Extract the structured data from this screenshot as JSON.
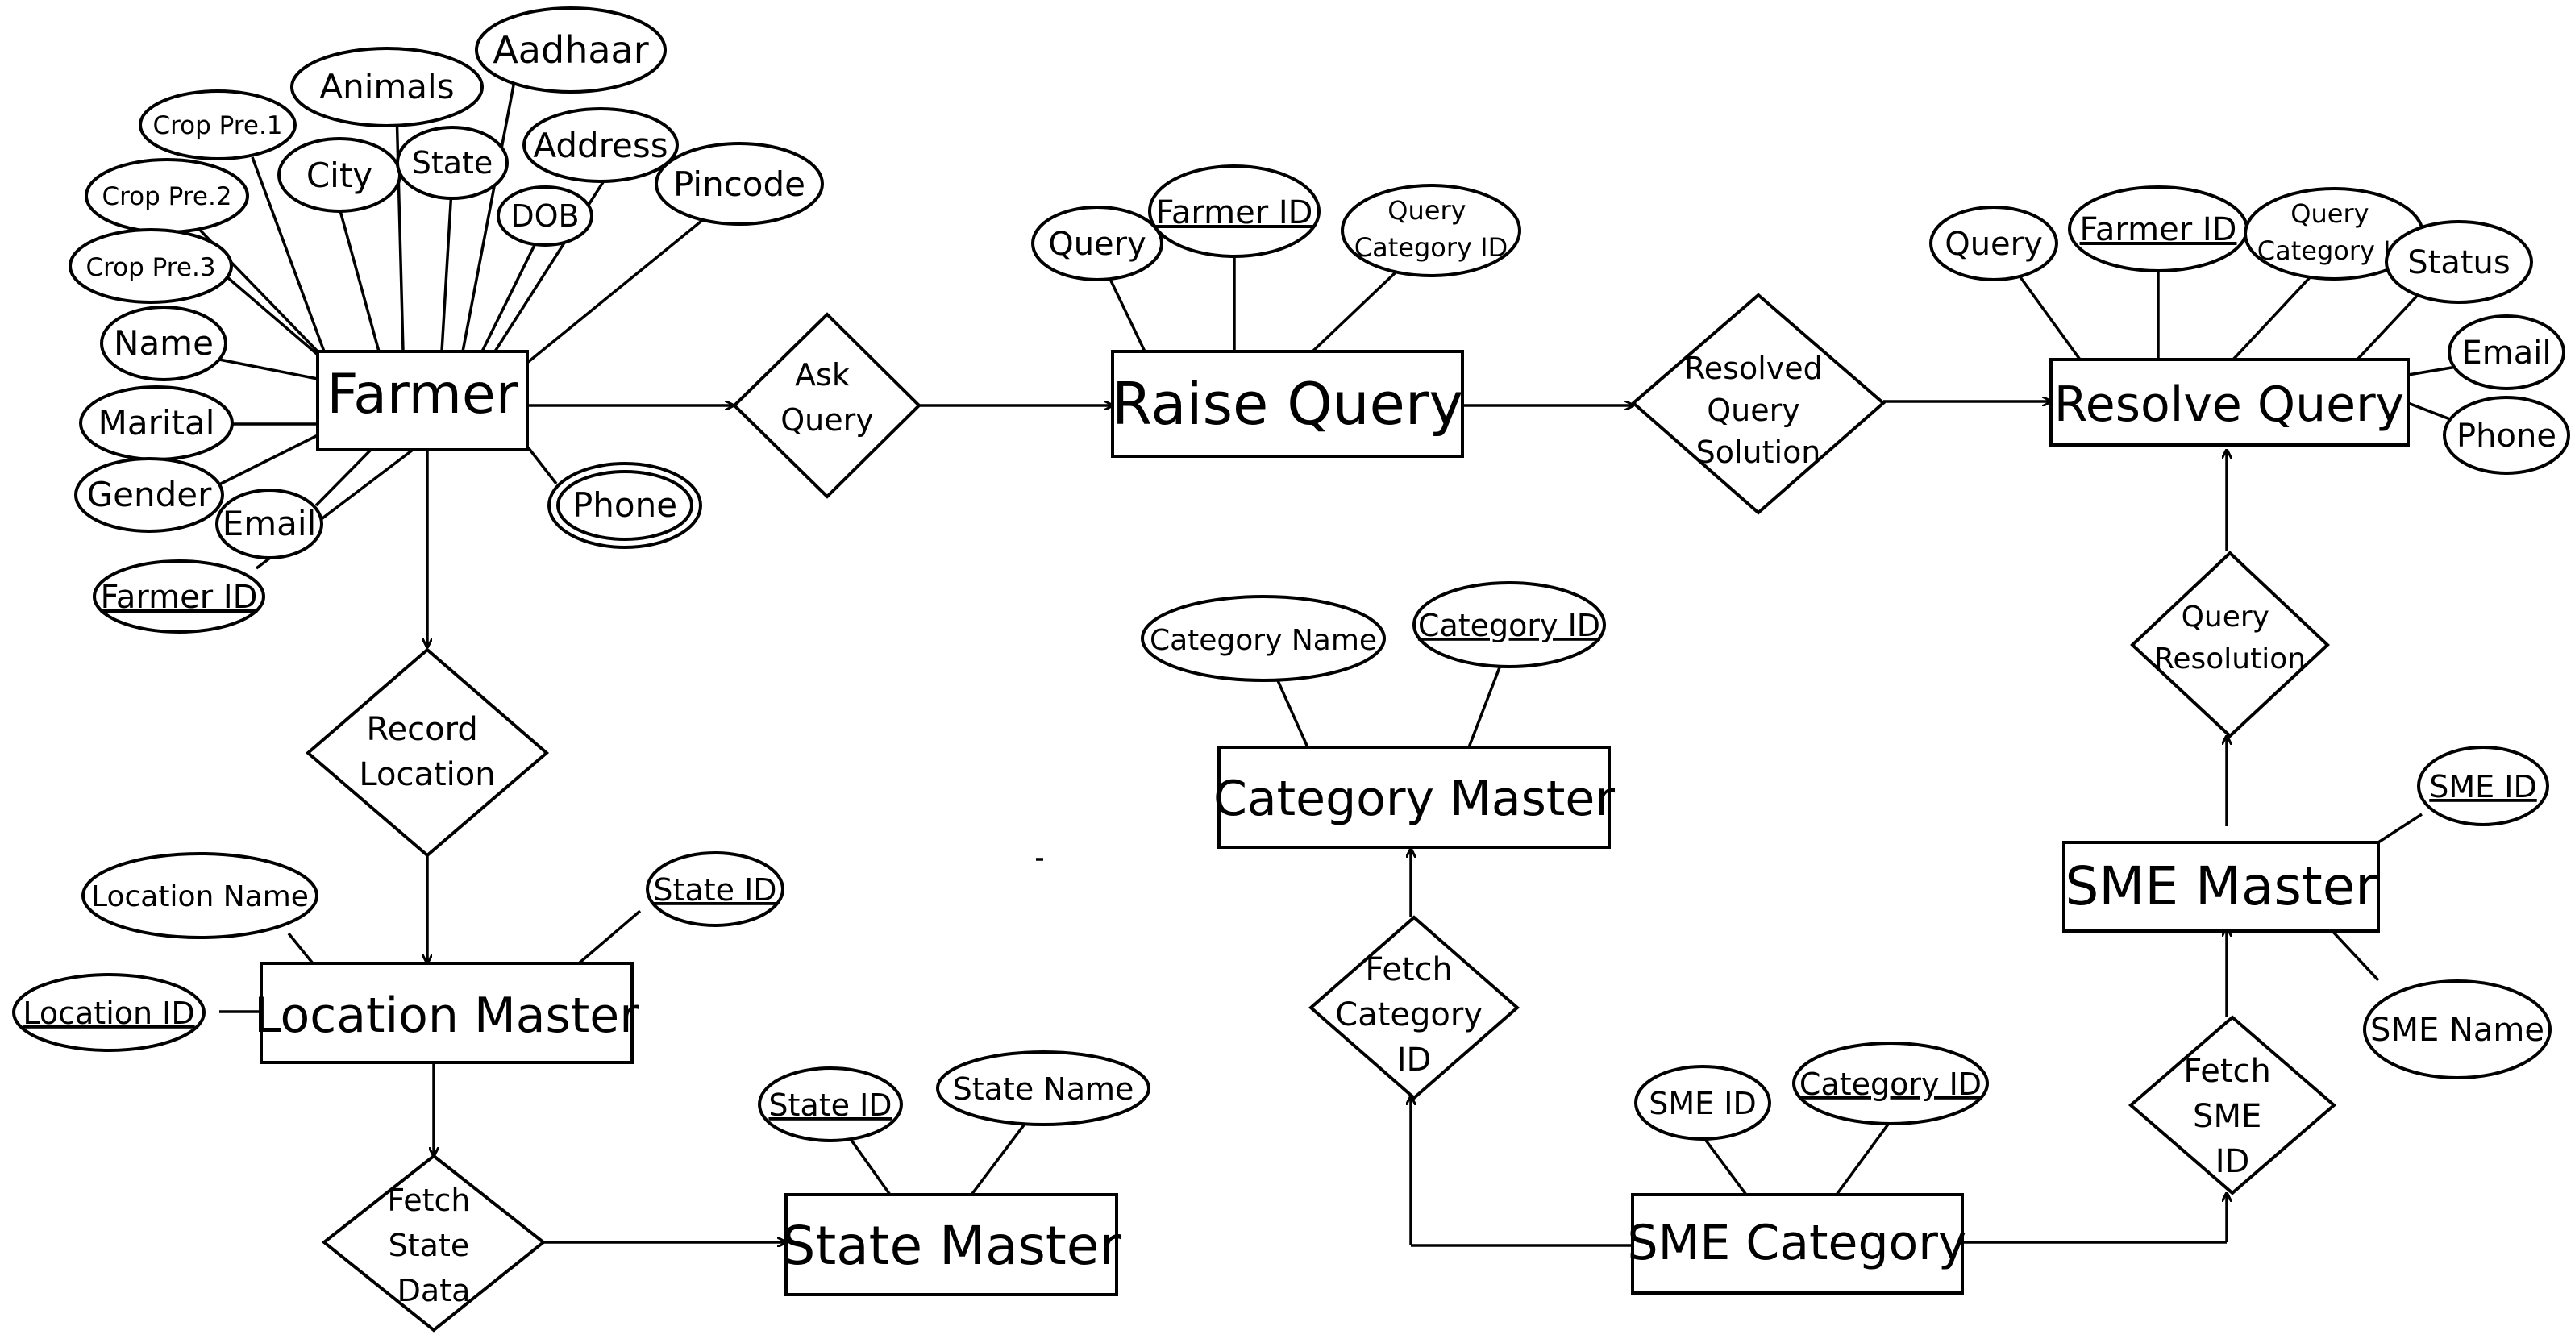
{
  "entities": {
    "farmer": "Farmer",
    "raise_query": "Raise Query",
    "resolve_query": "Resolve Query",
    "location_master": "Location Master",
    "state_master": "State Master",
    "category_master": "Category Master",
    "sme_master": "SME Master",
    "sme_category": "SME Category"
  },
  "relationships": {
    "ask_query": [
      "Ask",
      "Query"
    ],
    "resolved_query_solution": [
      "Resolved",
      "Query",
      "Solution"
    ],
    "record_location": [
      "Record",
      "Location"
    ],
    "fetch_state_data": [
      "Fetch",
      "State",
      "Data"
    ],
    "fetch_category_id": [
      "Fetch",
      "Category",
      "ID"
    ],
    "query_resolution": [
      "Query",
      "Resolution"
    ],
    "fetch_sme_id": [
      "Fetch",
      "SME",
      "ID"
    ]
  },
  "attributes": {
    "farmer": {
      "aadhaar": "Aadhaar",
      "animals": "Animals",
      "crop_pre_1": "Crop Pre.1",
      "crop_pre_2": "Crop Pre.2",
      "crop_pre_3": "Crop Pre.3",
      "city": "City",
      "state": "State",
      "address": "Address",
      "dob": "DOB",
      "pincode": "Pincode",
      "name": "Name",
      "marital": "Marital",
      "gender": "Gender",
      "email": "Email",
      "farmer_id": "Farmer ID",
      "phone": "Phone"
    },
    "raise_query": {
      "query": "Query",
      "farmer_id": "Farmer ID",
      "query_category_id": [
        "Query",
        "Category ID"
      ]
    },
    "resolve_query": {
      "query": "Query",
      "farmer_id": "Farmer ID",
      "query_category_id": [
        "Query",
        "Category ID"
      ],
      "status": "Status",
      "email": "Email",
      "phone": "Phone"
    },
    "location_master": {
      "location_name": "Location Name",
      "state_id": "State ID",
      "location_id": "Location ID"
    },
    "state_master": {
      "state_id": "State ID",
      "state_name": "State Name"
    },
    "category_master": {
      "category_name": "Category Name",
      "category_id": "Category ID"
    },
    "sme_master": {
      "sme_id": "SME ID",
      "sme_name": "SME Name"
    },
    "sme_category": {
      "sme_id": "SME ID",
      "category_id": "Category ID"
    }
  }
}
